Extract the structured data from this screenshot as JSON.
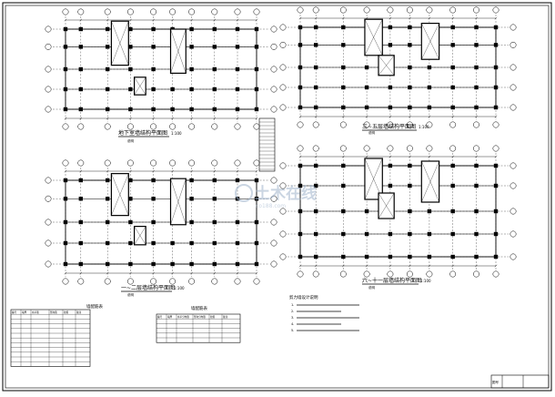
{
  "plans": [
    {
      "title": "地下室墙结构平面图",
      "scale": "1:100",
      "note": "说明"
    },
    {
      "title": "三~五层墙结构平面图",
      "scale": "1:100",
      "note": "说明"
    },
    {
      "title": "一~二层墙结构平面图",
      "scale": "1:100",
      "note": "说明"
    },
    {
      "title": "六~十一层墙结构平面图",
      "scale": "1:100",
      "note": "说明"
    }
  ],
  "tables": {
    "left_title": "墙配筋表",
    "left_headers": [
      "编号",
      "墙厚",
      "水平筋",
      "竖向筋",
      "拉筋",
      "备注"
    ],
    "right_title": "墙配筋表",
    "right_headers": [
      "编号",
      "墙厚",
      "水平分布筋",
      "竖向分布筋",
      "拉筋",
      "备注"
    ]
  },
  "notes": {
    "title": "剪力墙设计说明",
    "lines": [
      "1.",
      "2.",
      "3.",
      "4.",
      "5."
    ]
  },
  "watermark": {
    "main": "土木在线",
    "sub": "co188.com"
  },
  "title_block": {
    "label": "图号"
  },
  "colors": {
    "line": "#000000",
    "watermark": "#b8c8dc",
    "paper": "#ffffff"
  }
}
